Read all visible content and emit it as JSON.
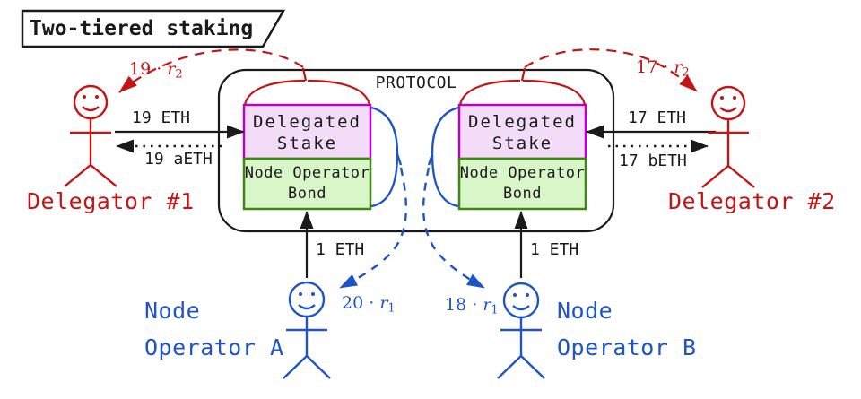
{
  "title": "Two-tiered staking",
  "protocol": {
    "label": "PROTOCOL",
    "pools": [
      {
        "stake_line1": "Delegated",
        "stake_line2": "Stake",
        "bond_line1": "Node Operator",
        "bond_line2": "Bond"
      },
      {
        "stake_line1": "Delegated",
        "stake_line2": "Stake",
        "bond_line1": "Node Operator",
        "bond_line2": "Bond"
      }
    ]
  },
  "delegators": [
    {
      "name": "Delegator #1",
      "deposit": "19 ETH",
      "receipt": "19 aETH",
      "reward": {
        "coef": "19 ·",
        "var": "r",
        "sub": "2"
      }
    },
    {
      "name": "Delegator #2",
      "deposit": "17 ETH",
      "receipt": "17 bETH",
      "reward": {
        "coef": "17 ·",
        "var": "r",
        "sub": "2"
      }
    }
  ],
  "operators": [
    {
      "name_line1": "Node",
      "name_line2": "Operator A",
      "bond_deposit": "1 ETH",
      "reward": {
        "coef": "20 ·",
        "var": "r",
        "sub": "1"
      }
    },
    {
      "name_line1": "Node",
      "name_line2": "Operator B",
      "bond_deposit": "1 ETH",
      "reward": {
        "coef": "18 ·",
        "var": "r",
        "sub": "1"
      }
    }
  ],
  "colors": {
    "red": "#c41414",
    "blue": "#1d55c8",
    "black": "#1a1a1a",
    "delegated_stake_fill": "#f2dcf7",
    "delegated_stake_border": "#bb00cc",
    "bond_fill": "#d9f6c8",
    "bond_border": "#3d8811"
  }
}
